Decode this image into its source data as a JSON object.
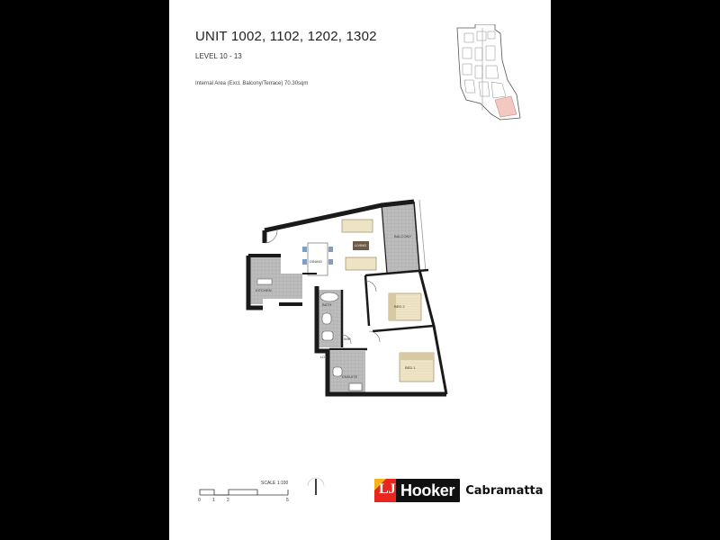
{
  "plan": {
    "title": "UNIT 1002, 1102, 1202, 1302",
    "level": "LEVEL 10 - 13",
    "internal_area": "Internal Area (Excl. Balcony/Terrace) 70.30sqm"
  },
  "rooms": {
    "balcony": "BALCONY",
    "living": "LIVING",
    "dining": "DINING",
    "kitchen": "KITCHEN",
    "bath": "BATH",
    "bed2": "BED 2",
    "bed1": "BED 1",
    "wir": "WIR",
    "ensuite": "ENSUITE",
    "ldy": "LDY"
  },
  "scale": {
    "label": "SCALE 1:100",
    "ticks": [
      "0",
      "1",
      "2",
      "5"
    ]
  },
  "branding": {
    "logo_mark": "LJ",
    "logo_word": "Hooker",
    "office": "Cabramatta"
  },
  "colors": {
    "page": "#000000",
    "sheet": "#ffffff",
    "wall": "#1a1a1a",
    "floor_tile": "#bcbcbc",
    "timber": "#efe3c6",
    "highlight_unit": "#f2c8c0"
  }
}
